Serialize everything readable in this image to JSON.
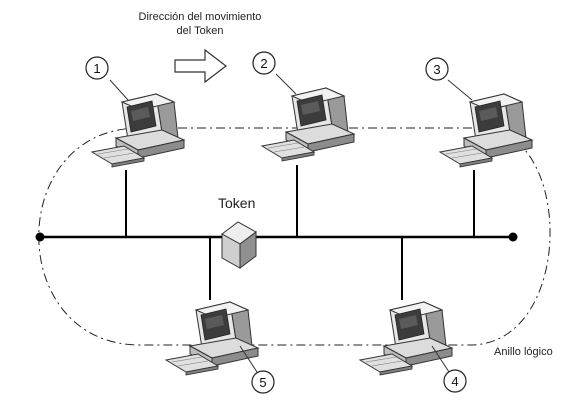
{
  "header": {
    "direction_line1": "Dirección del movimiento",
    "direction_line2": "del Token"
  },
  "token_label": "Token",
  "ring_label": "Anillo lógico",
  "nodes": [
    {
      "id": "1"
    },
    {
      "id": "2"
    },
    {
      "id": "3"
    },
    {
      "id": "4"
    },
    {
      "id": "5"
    }
  ],
  "colors": {
    "line": "#000000",
    "ring": "#222222",
    "monitor": "#d9d9d9",
    "monitor_dark": "#6f6f6f",
    "screen": "#3c3c3c"
  }
}
